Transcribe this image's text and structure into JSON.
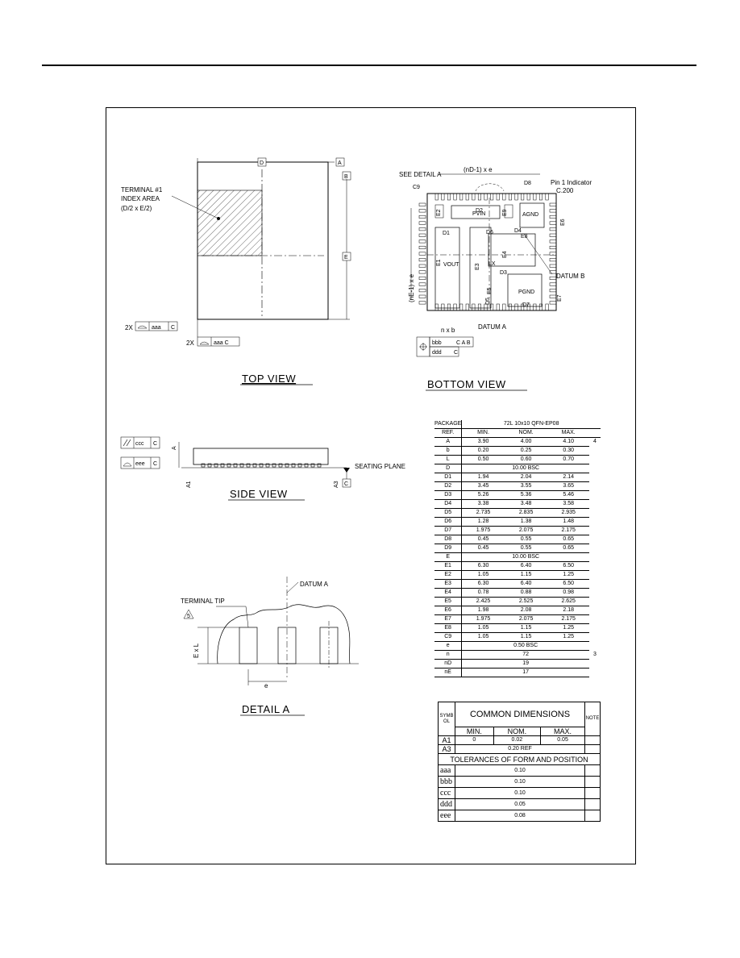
{
  "views": {
    "top": "TOP VIEW",
    "bottom": "BOTTOM VIEW",
    "side": "SIDE VIEW",
    "detail": "DETAIL A"
  },
  "top_view": {
    "terminal_label": [
      "TERMINAL #1",
      "INDEX AREA",
      "(D/2 x E/2)"
    ],
    "dim_D": "D",
    "dim_E": "E",
    "datum_A": "A",
    "datum_B": "B",
    "tol1_prefix": "2X",
    "tol1_value": "aaa",
    "tol1_datum": "C",
    "tol2_prefix": "2X",
    "tol2_value": "aaa C"
  },
  "bottom_view": {
    "see_detail": "SEE DETAIL A",
    "nd_label": "(nD-1) x e",
    "ne_label": "(nE-1) x e",
    "pin1": [
      "Pin 1 Indicator",
      "C.200"
    ],
    "datum_b": "DATUM B",
    "datum_a": "DATUM A",
    "nxb": "n x b",
    "labels": [
      "C9",
      "D8",
      "E2",
      "D2",
      "E9",
      "E8",
      "E6",
      "D1",
      "D4",
      "D6",
      "E1",
      "E3",
      "E4",
      "D3",
      "E5",
      "E7",
      "D5",
      "D7"
    ],
    "pad_labels": [
      "PVIN",
      "AGND",
      "VOUT",
      "PGND",
      "LX"
    ],
    "fcf1": "bbb",
    "fcf1_ref": "C A B",
    "fcf2": "ddd",
    "fcf2_ref": "C"
  },
  "side_view": {
    "parallel": "ccc",
    "parallel_datum": "C",
    "flat": "eee",
    "flat_datum": "C",
    "A": "A",
    "A1": "A1",
    "A3": "A3",
    "seating": "SEATING PLANE",
    "datum_C": "C"
  },
  "detail": {
    "datum": "DATUM A",
    "tip": "TERMINAL TIP",
    "note_num": "5",
    "e_label": "e",
    "exl": "E x L"
  },
  "dim_table": {
    "package_label": "PACKAGE",
    "package_name": "72L 10x10 QFN-EP08",
    "header": [
      "REF.",
      "MIN.",
      "NOM.",
      "MAX."
    ],
    "rows": [
      [
        "A",
        "3.90",
        "4.00",
        "4.10",
        "4"
      ],
      [
        "b",
        "0.20",
        "0.25",
        "0.30",
        ""
      ],
      [
        "L",
        "0.50",
        "0.60",
        "0.70",
        ""
      ],
      [
        "D",
        "10.00 BSC",
        "",
        "",
        ""
      ],
      [
        "D1",
        "1.94",
        "2.04",
        "2.14",
        ""
      ],
      [
        "D2",
        "3.45",
        "3.55",
        "3.65",
        ""
      ],
      [
        "D3",
        "5.26",
        "5.36",
        "5.46",
        ""
      ],
      [
        "D4",
        "3.38",
        "3.48",
        "3.58",
        ""
      ],
      [
        "D5",
        "2.735",
        "2.835",
        "2.935",
        ""
      ],
      [
        "D6",
        "1.28",
        "1.38",
        "1.48",
        ""
      ],
      [
        "D7",
        "1.975",
        "2.075",
        "2.175",
        ""
      ],
      [
        "D8",
        "0.45",
        "0.55",
        "0.65",
        ""
      ],
      [
        "D9",
        "0.45",
        "0.55",
        "0.65",
        ""
      ],
      [
        "E",
        "10.00 BSC",
        "",
        "",
        ""
      ],
      [
        "E1",
        "6.30",
        "6.40",
        "6.50",
        ""
      ],
      [
        "E2",
        "1.05",
        "1.15",
        "1.25",
        ""
      ],
      [
        "E3",
        "6.30",
        "6.40",
        "6.50",
        ""
      ],
      [
        "E4",
        "0.78",
        "0.88",
        "0.98",
        ""
      ],
      [
        "E5",
        "2.425",
        "2.525",
        "2.625",
        ""
      ],
      [
        "E6",
        "1.98",
        "2.08",
        "2.18",
        ""
      ],
      [
        "E7",
        "1.975",
        "2.075",
        "2.175",
        ""
      ],
      [
        "E8",
        "1.05",
        "1.15",
        "1.25",
        ""
      ],
      [
        "C9",
        "1.05",
        "1.15",
        "1.25",
        ""
      ],
      [
        "e",
        "0.50 BSC",
        "",
        "",
        ""
      ],
      [
        "n",
        "72",
        "",
        "",
        "3"
      ],
      [
        "nD",
        "19",
        "",
        "",
        ""
      ],
      [
        "nE",
        "17",
        "",
        "",
        ""
      ]
    ]
  },
  "common_table": {
    "symbol_label": "SYMBOL",
    "title": "COMMON DIMENSIONS",
    "note_label": "NOTE",
    "header": [
      "MIN.",
      "NOM.",
      "MAX."
    ],
    "rows": [
      [
        "A1",
        "0",
        "0.02",
        "0.05"
      ],
      [
        "A3",
        "0.20 REF",
        "",
        ""
      ]
    ],
    "tolerance_title": "TOLERANCES OF FORM AND POSITION",
    "tolerances": [
      [
        "aaa",
        "0.10"
      ],
      [
        "bbb",
        "0.10"
      ],
      [
        "ccc",
        "0.10"
      ],
      [
        "ddd",
        "0.05"
      ],
      [
        "eee",
        "0.08"
      ]
    ]
  }
}
